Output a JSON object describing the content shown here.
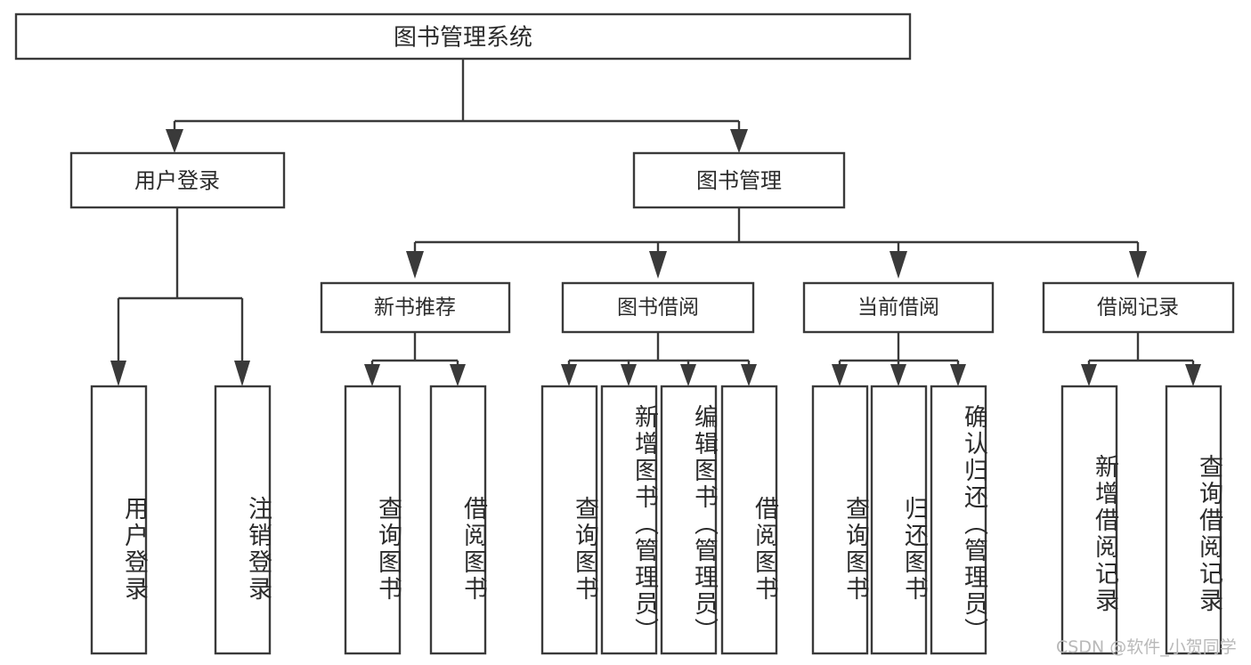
{
  "diagram": {
    "type": "tree-hierarchy",
    "title": "图书管理系统",
    "watermark": "CSDN @软件_小贺同学",
    "colors": {
      "stroke": "#3a3a3a",
      "box_fill": "#ffffff",
      "text": "#2b2b2b",
      "background": "#ffffff",
      "watermark": "#b9b9b9"
    },
    "root": {
      "label": "图书管理系统",
      "orientation": "horizontal"
    },
    "level2": [
      {
        "label": "用户登录",
        "orientation": "horizontal"
      },
      {
        "label": "图书管理",
        "orientation": "horizontal"
      }
    ],
    "level3": [
      {
        "label": "新书推荐",
        "orientation": "horizontal",
        "parent": "图书管理"
      },
      {
        "label": "图书借阅",
        "orientation": "horizontal",
        "parent": "图书管理"
      },
      {
        "label": "当前借阅",
        "orientation": "horizontal",
        "parent": "图书管理"
      },
      {
        "label": "借阅记录",
        "orientation": "horizontal",
        "parent": "图书管理"
      }
    ],
    "leaves": [
      {
        "label": "用户登录",
        "orientation": "vertical",
        "parent": "用户登录"
      },
      {
        "label": "注销登录",
        "orientation": "vertical",
        "parent": "用户登录"
      },
      {
        "label": "查询图书",
        "orientation": "vertical",
        "parent": "新书推荐"
      },
      {
        "label": "借阅图书",
        "orientation": "vertical",
        "parent": "新书推荐"
      },
      {
        "label": "查询图书",
        "orientation": "vertical",
        "parent": "图书借阅"
      },
      {
        "label": "新增图书（管理员）",
        "orientation": "vertical",
        "parent": "图书借阅"
      },
      {
        "label": "编辑图书（管理员）",
        "orientation": "vertical",
        "parent": "图书借阅"
      },
      {
        "label": "借阅图书",
        "orientation": "vertical",
        "parent": "图书借阅"
      },
      {
        "label": "查询图书",
        "orientation": "vertical",
        "parent": "当前借阅"
      },
      {
        "label": "归还图书",
        "orientation": "vertical",
        "parent": "当前借阅"
      },
      {
        "label": "确认归还（管理员）",
        "orientation": "vertical",
        "parent": "当前借阅"
      },
      {
        "label": "新增借阅记录",
        "orientation": "vertical",
        "parent": "借阅记录"
      },
      {
        "label": "查询借阅记录",
        "orientation": "vertical",
        "parent": "借阅记录"
      }
    ]
  }
}
